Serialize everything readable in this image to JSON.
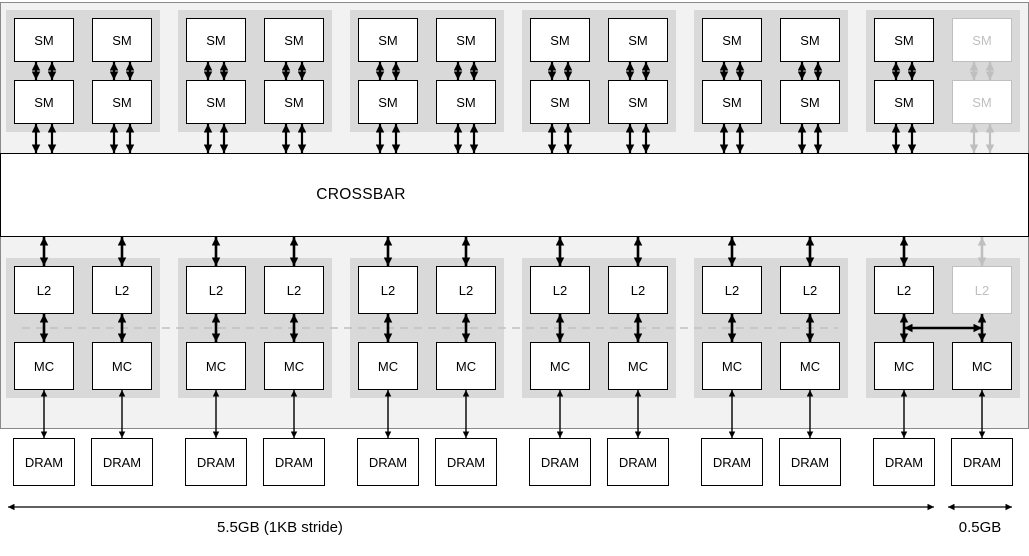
{
  "diagram": {
    "crossbar": {
      "label": "CROSSBAR"
    },
    "columns": [
      {
        "sm_labels": [
          "SM",
          "SM"
        ],
        "l2_label": "L2",
        "mc_label": "MC",
        "dram_label": "DRAM",
        "disabled": false
      },
      {
        "sm_labels": [
          "SM",
          "SM"
        ],
        "l2_label": "L2",
        "mc_label": "MC",
        "dram_label": "DRAM",
        "disabled": false
      },
      {
        "sm_labels": [
          "SM",
          "SM"
        ],
        "l2_label": "L2",
        "mc_label": "MC",
        "dram_label": "DRAM",
        "disabled": false
      },
      {
        "sm_labels": [
          "SM",
          "SM"
        ],
        "l2_label": "L2",
        "mc_label": "MC",
        "dram_label": "DRAM",
        "disabled": false
      },
      {
        "sm_labels": [
          "SM",
          "SM"
        ],
        "l2_label": "L2",
        "mc_label": "MC",
        "dram_label": "DRAM",
        "disabled": false
      },
      {
        "sm_labels": [
          "SM",
          "SM"
        ],
        "l2_label": "L2",
        "mc_label": "MC",
        "dram_label": "DRAM",
        "disabled": false
      },
      {
        "sm_labels": [
          "SM",
          "SM"
        ],
        "l2_label": "L2",
        "mc_label": "MC",
        "dram_label": "DRAM",
        "disabled": false
      },
      {
        "sm_labels": [
          "SM",
          "SM"
        ],
        "l2_label": "L2",
        "mc_label": "MC",
        "dram_label": "DRAM",
        "disabled": false
      },
      {
        "sm_labels": [
          "SM",
          "SM"
        ],
        "l2_label": "L2",
        "mc_label": "MC",
        "dram_label": "DRAM",
        "disabled": false
      },
      {
        "sm_labels": [
          "SM",
          "SM"
        ],
        "l2_label": "L2",
        "mc_label": "MC",
        "dram_label": "DRAM",
        "disabled": false
      },
      {
        "sm_labels": [
          "SM",
          "SM"
        ],
        "l2_label": "L2",
        "mc_label": "MC",
        "dram_label": "DRAM",
        "disabled": false
      },
      {
        "sm_labels": [
          "SM",
          "SM"
        ],
        "l2_label": "L2",
        "mc_label": "MC",
        "dram_label": "DRAM",
        "disabled": true
      }
    ],
    "measure": {
      "large_label": "5.5GB (1KB stride)",
      "small_label": "0.5GB"
    },
    "colors": {
      "outer_bg": "#f2f2f2",
      "panel_bg": "#d9d9d9",
      "box_bg": "#ffffff",
      "active": "#000000",
      "disabled": "#bfbfbf"
    }
  }
}
